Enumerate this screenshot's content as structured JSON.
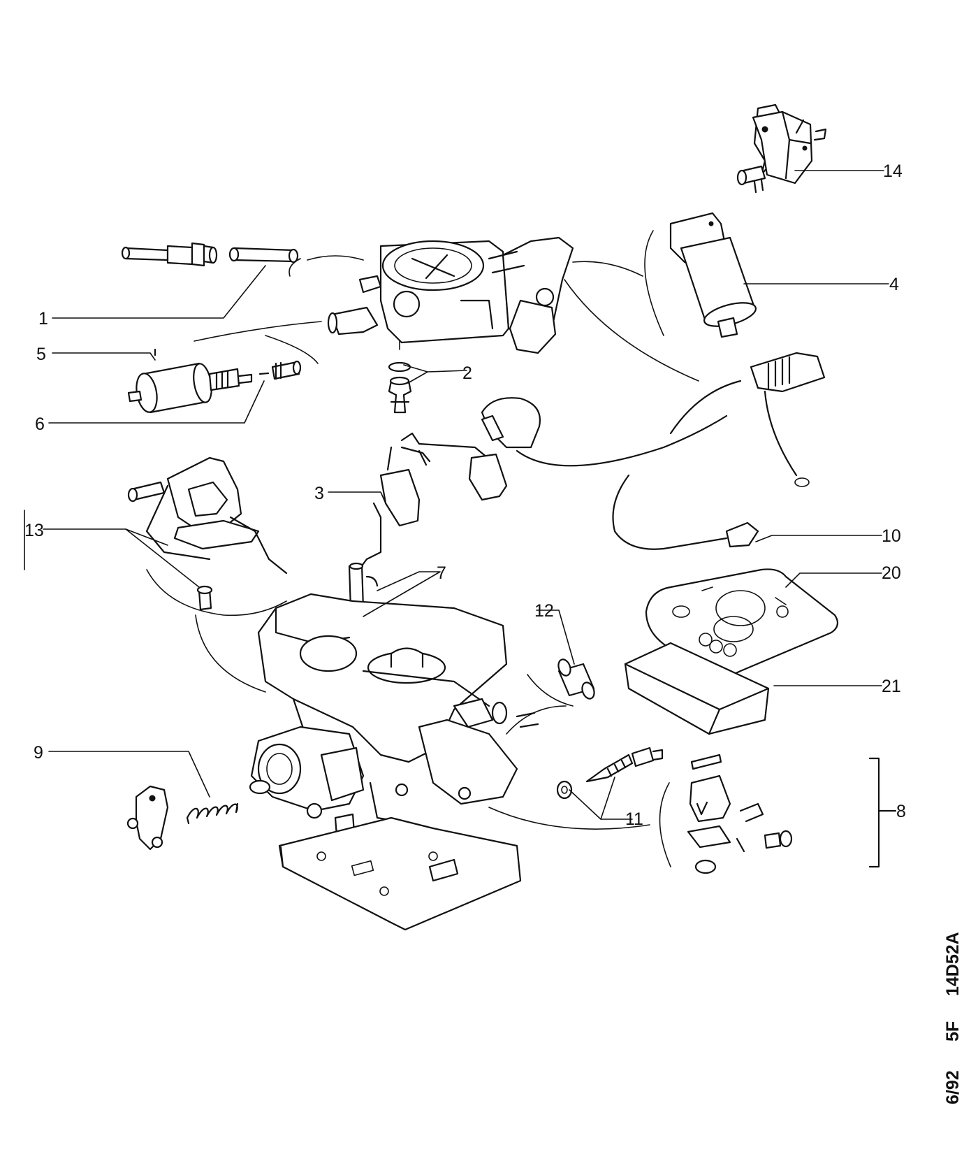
{
  "callouts": {
    "c1": "1",
    "c2": "2",
    "c3": "3",
    "c4": "4",
    "c5": "5",
    "c6": "6",
    "c7": "7",
    "c8": "8",
    "c9": "9",
    "c10": "10",
    "c11": "11",
    "c12": "12",
    "c13": "13",
    "c14": "14",
    "c20": "20",
    "c21": "21"
  },
  "stamp": {
    "date": "6/92",
    "code": "5F",
    "figure": "14D52A"
  }
}
